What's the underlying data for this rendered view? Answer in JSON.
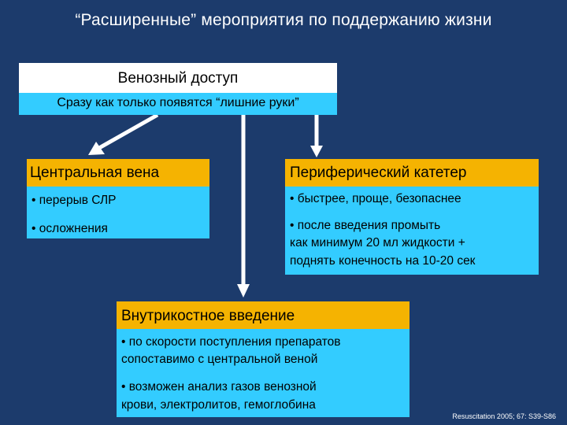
{
  "title": "“Расширенные” мероприятия по поддержанию жизни",
  "venous": {
    "heading": "Венозный доступ",
    "subheading": "Сразу как только появятся “лишние руки”"
  },
  "central": {
    "heading": "Центральная вена",
    "items": [
      "• перерыв СЛР",
      "• осложнения"
    ]
  },
  "peripheral": {
    "heading": "Периферический катетер",
    "items": [
      "• быстрее, проще, безопаснее",
      "• после введения промыть",
      "как минимум 20 мл жидкости +",
      "поднять конечность на 10-20 сек"
    ]
  },
  "intraosseous": {
    "heading": "Внутрикостное введение",
    "items": [
      "• по скорости поступления препаратов",
      "сопоставимо с  центральной веной",
      "• возможен анализ газов венозной",
      "крови, электролитов, гемоглобина"
    ]
  },
  "reference": "Resuscitation 2005; 67: S39-S86",
  "colors": {
    "background": "#1c3b6c",
    "cyan": "#33ccff",
    "gold": "#f5b301",
    "arrow": "#ffffff"
  }
}
